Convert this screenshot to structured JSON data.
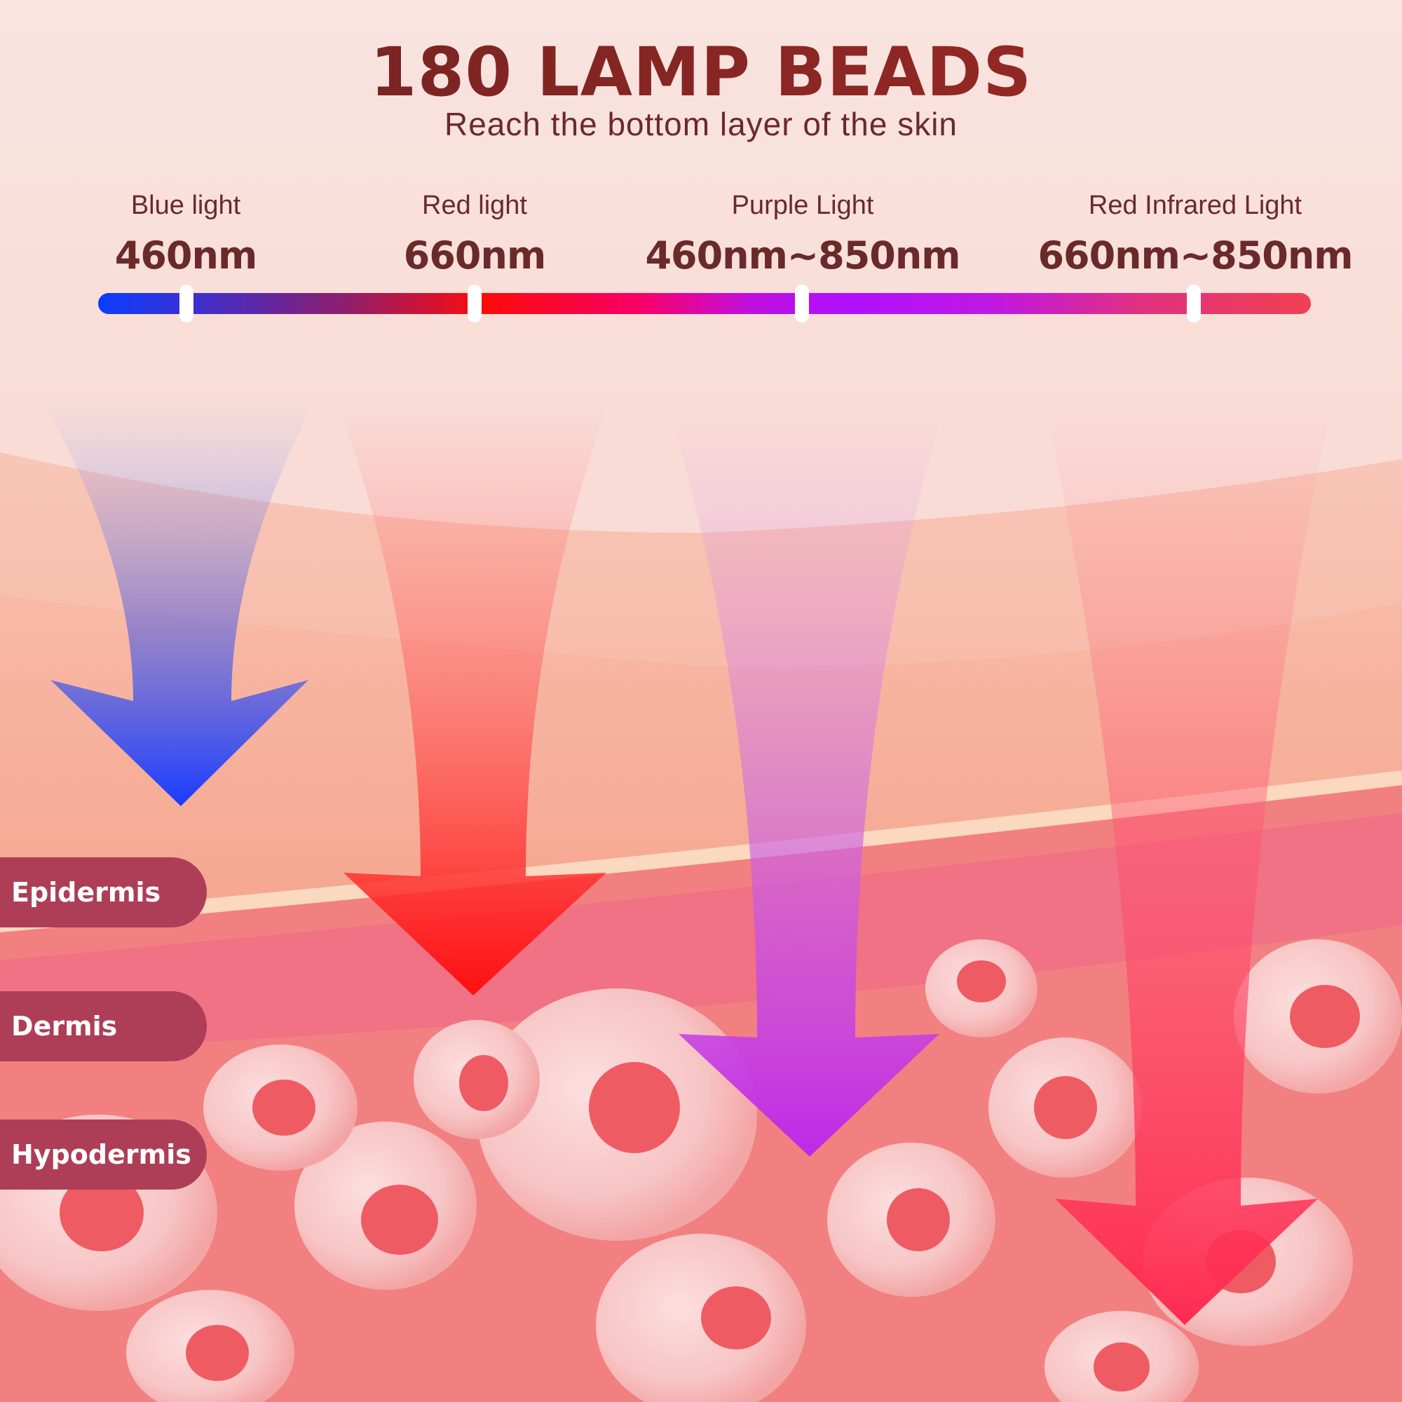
{
  "header": {
    "title": "180 LAMP BEADS",
    "subtitle": "Reach the bottom layer of the skin"
  },
  "wavelengths": [
    {
      "name": "Blue light",
      "value": "460nm",
      "color": "#1a3cff"
    },
    {
      "name": "Red light",
      "value": "660nm",
      "color": "#ff1010"
    },
    {
      "name": "Purple Light",
      "value": "460nm~850nm",
      "color": "#c028e8"
    },
    {
      "name": "Red Infrared Light",
      "value": "660nm~850nm",
      "color": "#ff2a50"
    }
  ],
  "layers": [
    {
      "label": "Epidermis"
    },
    {
      "label": "Dermis"
    },
    {
      "label": "Hypodermis"
    }
  ],
  "colors": {
    "text_dark": "#6a2a2a",
    "label_bg": "#ae3e58",
    "blue": "#1a3cff",
    "red": "#ff1010",
    "purple": "#c028e8",
    "infrared": "#ff2a50"
  }
}
